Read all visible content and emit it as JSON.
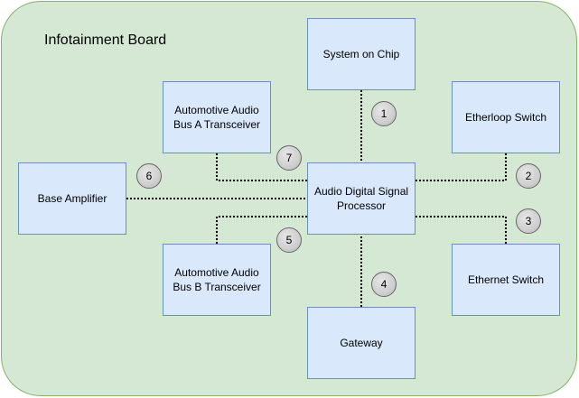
{
  "board": {
    "title": "Infotainment Board"
  },
  "nodes": {
    "soc": "System on Chip",
    "bus_a": "Automotive Audio Bus A Transceiver",
    "etherloop": "Etherloop Switch",
    "amplifier": "Base Amplifier",
    "dsp": "Audio Digital Signal Processor",
    "bus_b": "Automotive Audio Bus B Transceiver",
    "ethernet": "Ethernet Switch",
    "gateway": "Gateway"
  },
  "badges": [
    "1",
    "2",
    "3",
    "4",
    "5",
    "6",
    "7"
  ],
  "colors": {
    "board_fill": "#d5e8d4",
    "board_stroke": "#82b366",
    "node_fill": "#dae8fc",
    "node_stroke": "#6c8ebf",
    "link": "#000000",
    "badge_fill": "#cccccc"
  }
}
